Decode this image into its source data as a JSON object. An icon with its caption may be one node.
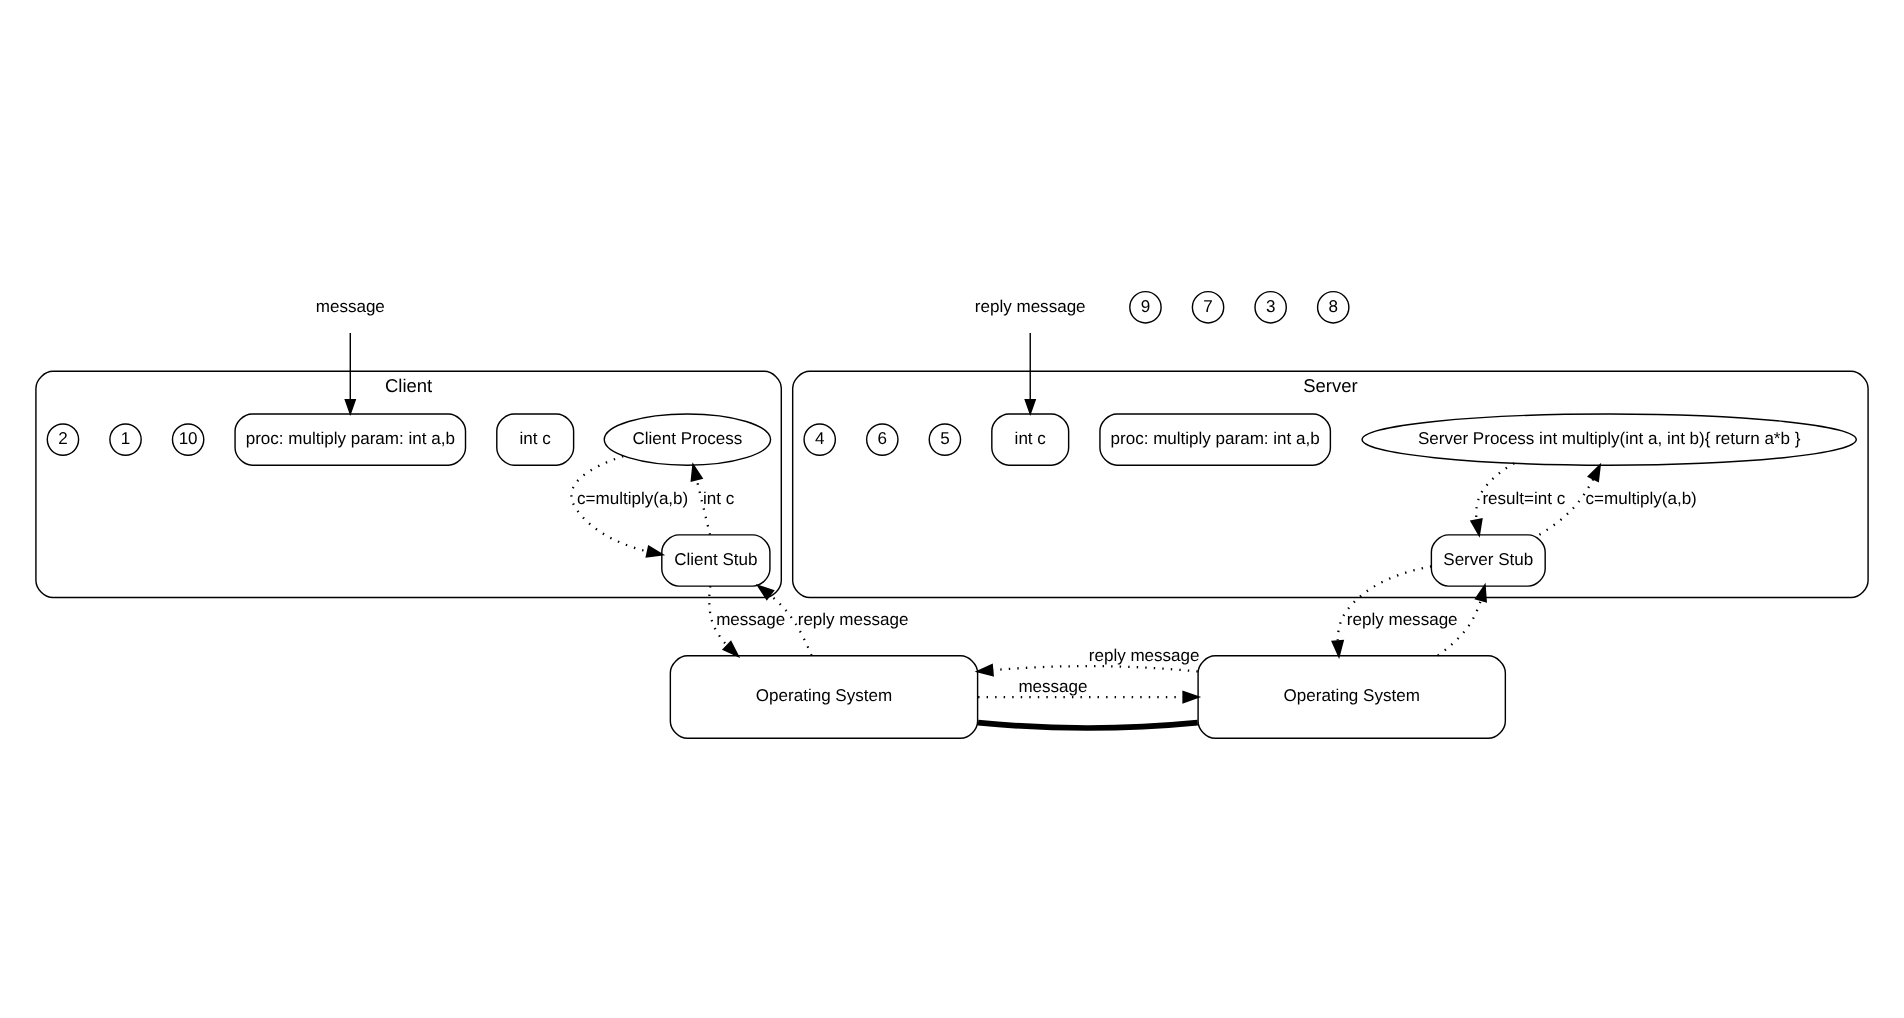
{
  "diagram": {
    "nodes": [
      {
        "text": [
          "Client"
        ]
      },
      {
        "text": [
          "Client Process"
        ],
        "in": 0
      },
      {
        "text": [
          "int c"
        ],
        "in": 0
      },
      {
        "text": [
          "Client Stub"
        ],
        "in": 0
      },
      {
        "text": [
          "proc: multiply param: int a,b"
        ],
        "in": 0
      },
      {
        "text": [
          "Operating System"
        ]
      },
      {
        "text": [
          "Server"
        ]
      },
      {
        "text": [
          "Server Process int multiply(int a, int b){ return a*b }"
        ],
        "in": 6
      },
      {
        "text": [
          "proc: multiply param: int a,b"
        ],
        "in": 6
      },
      {
        "text": [
          "Server Stub"
        ],
        "in": 6
      },
      {
        "text": [
          "int c"
        ],
        "in": 6
      },
      {
        "text": [
          "Operating System"
        ]
      },
      {
        "text": [
          "message"
        ]
      },
      {
        "text": [
          "reply message"
        ]
      },
      {
        "text": [
          "10"
        ],
        "in": 0
      },
      {
        "text": [
          "1"
        ],
        "in": 0
      },
      {
        "text": [
          "9"
        ]
      },
      {
        "text": [
          "2"
        ],
        "in": 0
      },
      {
        "text": [
          "5"
        ],
        "in": 6
      },
      {
        "text": [
          "6"
        ],
        "in": 6
      },
      {
        "text": [
          "4"
        ],
        "in": 6
      },
      {
        "text": [
          "7"
        ]
      },
      {
        "text": [
          "3"
        ]
      },
      {
        "text": [
          "8"
        ]
      }
    ],
    "edges": [
      {
        "from": 1,
        "to": 3,
        "arrow": "to",
        "label": "c=multiply(a,b)",
        "style": "dashed"
      },
      {
        "from": 3,
        "to": 1,
        "arrow": "to",
        "label": "int c",
        "style": "dashed"
      },
      {
        "from": 12,
        "to": 4,
        "arrow": "to"
      },
      {
        "from": 3,
        "to": 5,
        "arrow": "to",
        "label": "message",
        "style": "dashed"
      },
      {
        "from": 5,
        "to": 3,
        "arrow": "to",
        "label": "reply message",
        "style": "dashed"
      },
      {
        "from": 9,
        "to": 7,
        "arrow": "to",
        "label": "c=multiply(a,b)",
        "style": "dashed"
      },
      {
        "from": 7,
        "to": 9,
        "arrow": "to",
        "label": "result=int c",
        "style": "dashed"
      },
      {
        "from": 13,
        "to": 10,
        "arrow": "to"
      },
      {
        "from": 11,
        "to": 9,
        "arrow": "to",
        "style": "dashed"
      },
      {
        "from": 9,
        "to": 11,
        "arrow": "to",
        "label": "reply message",
        "style": "dashed"
      },
      {
        "from": 5,
        "to": 11,
        "arrow": "none",
        "style": "thick"
      },
      {
        "from": 5,
        "to": 11,
        "arrow": "to",
        "label": "message",
        "style": "dashed"
      },
      {
        "from": 11,
        "to": 5,
        "arrow": "to",
        "label": "reply message",
        "style": "dashed"
      }
    ]
  }
}
